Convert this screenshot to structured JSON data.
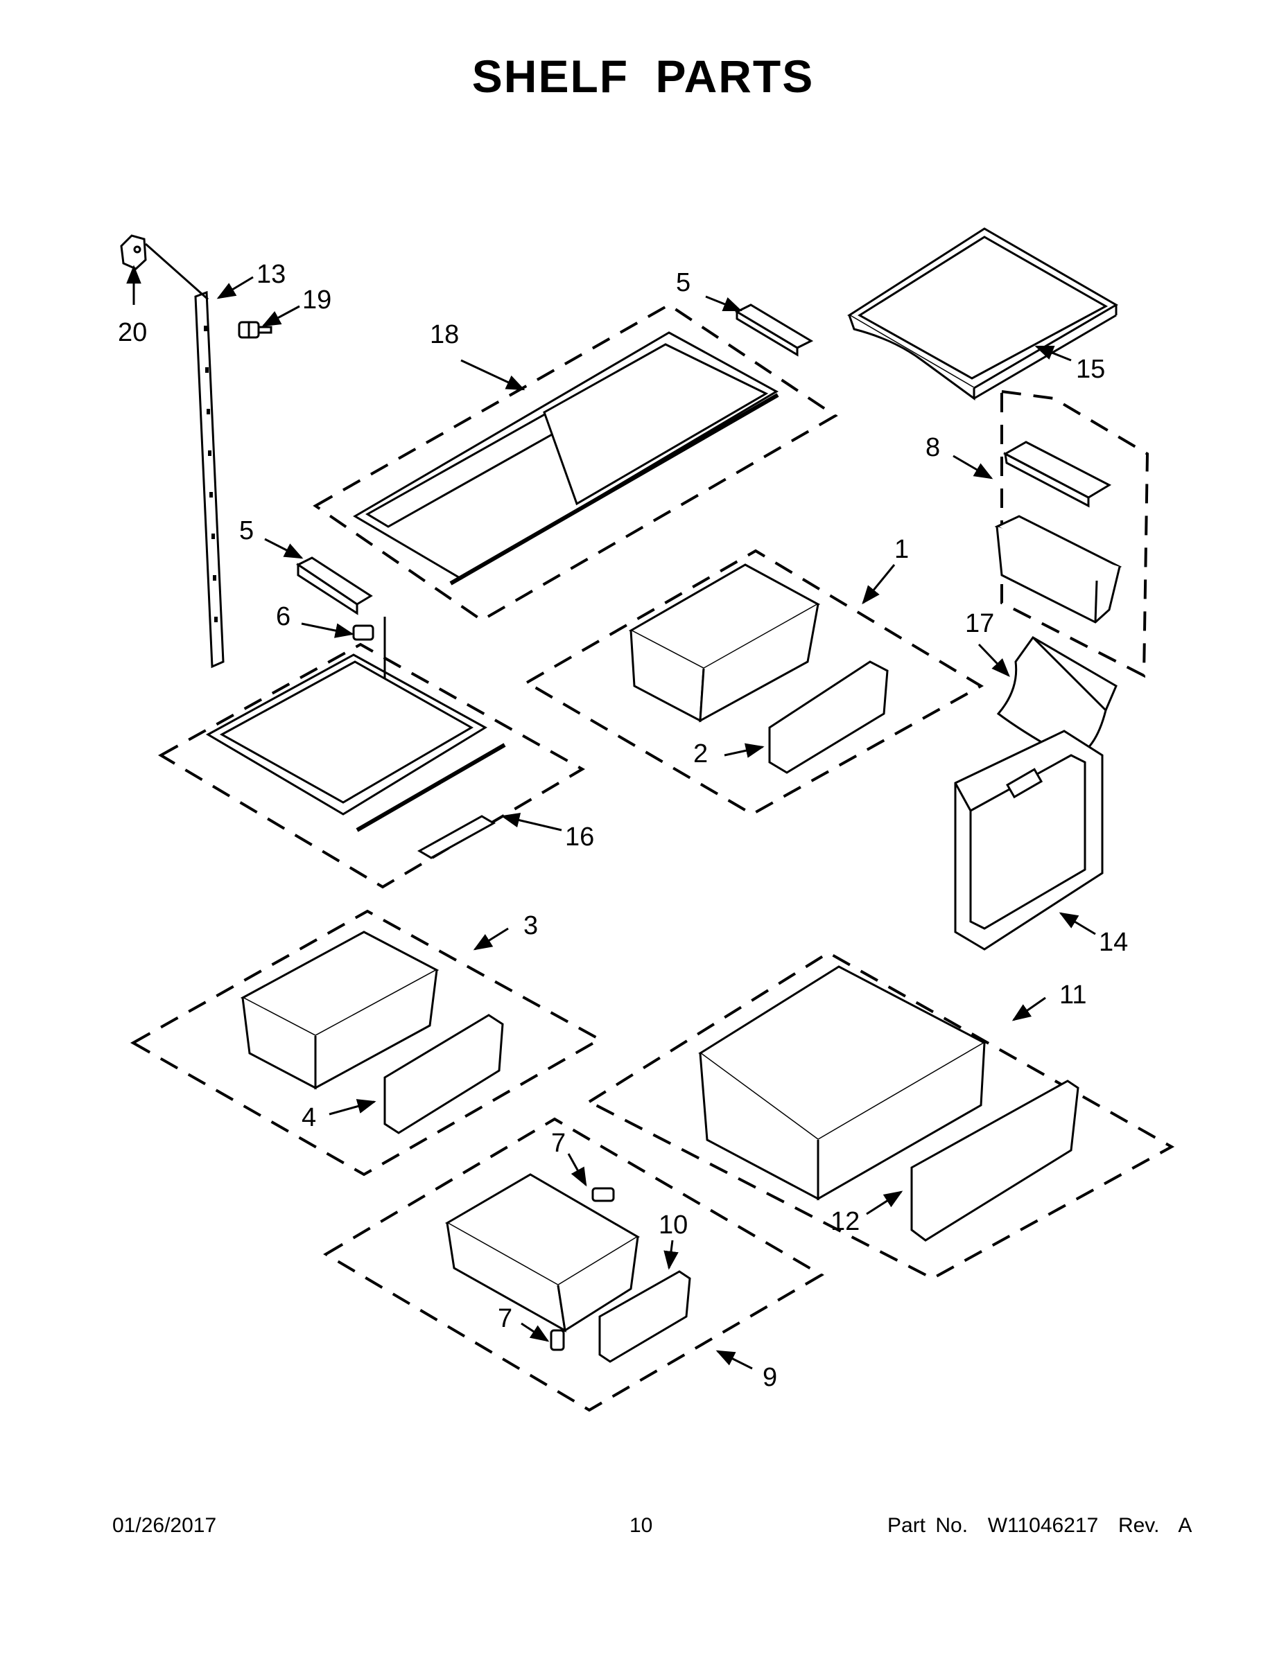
{
  "title": "SHELF PARTS",
  "footer": {
    "date": "01/26/2017",
    "page": "10",
    "part_no": "Part No.  W11046217  Rev.  A"
  },
  "callouts": {
    "c1": "1",
    "c2": "2",
    "c3": "3",
    "c4": "4",
    "c5a": "5",
    "c5b": "5",
    "c6": "6",
    "c7a": "7",
    "c7b": "7",
    "c8": "8",
    "c9": "9",
    "c10": "10",
    "c11": "11",
    "c12": "12",
    "c13": "13",
    "c14": "14",
    "c15": "15",
    "c16": "16",
    "c17": "17",
    "c18": "18",
    "c19": "19",
    "c20": "20"
  }
}
